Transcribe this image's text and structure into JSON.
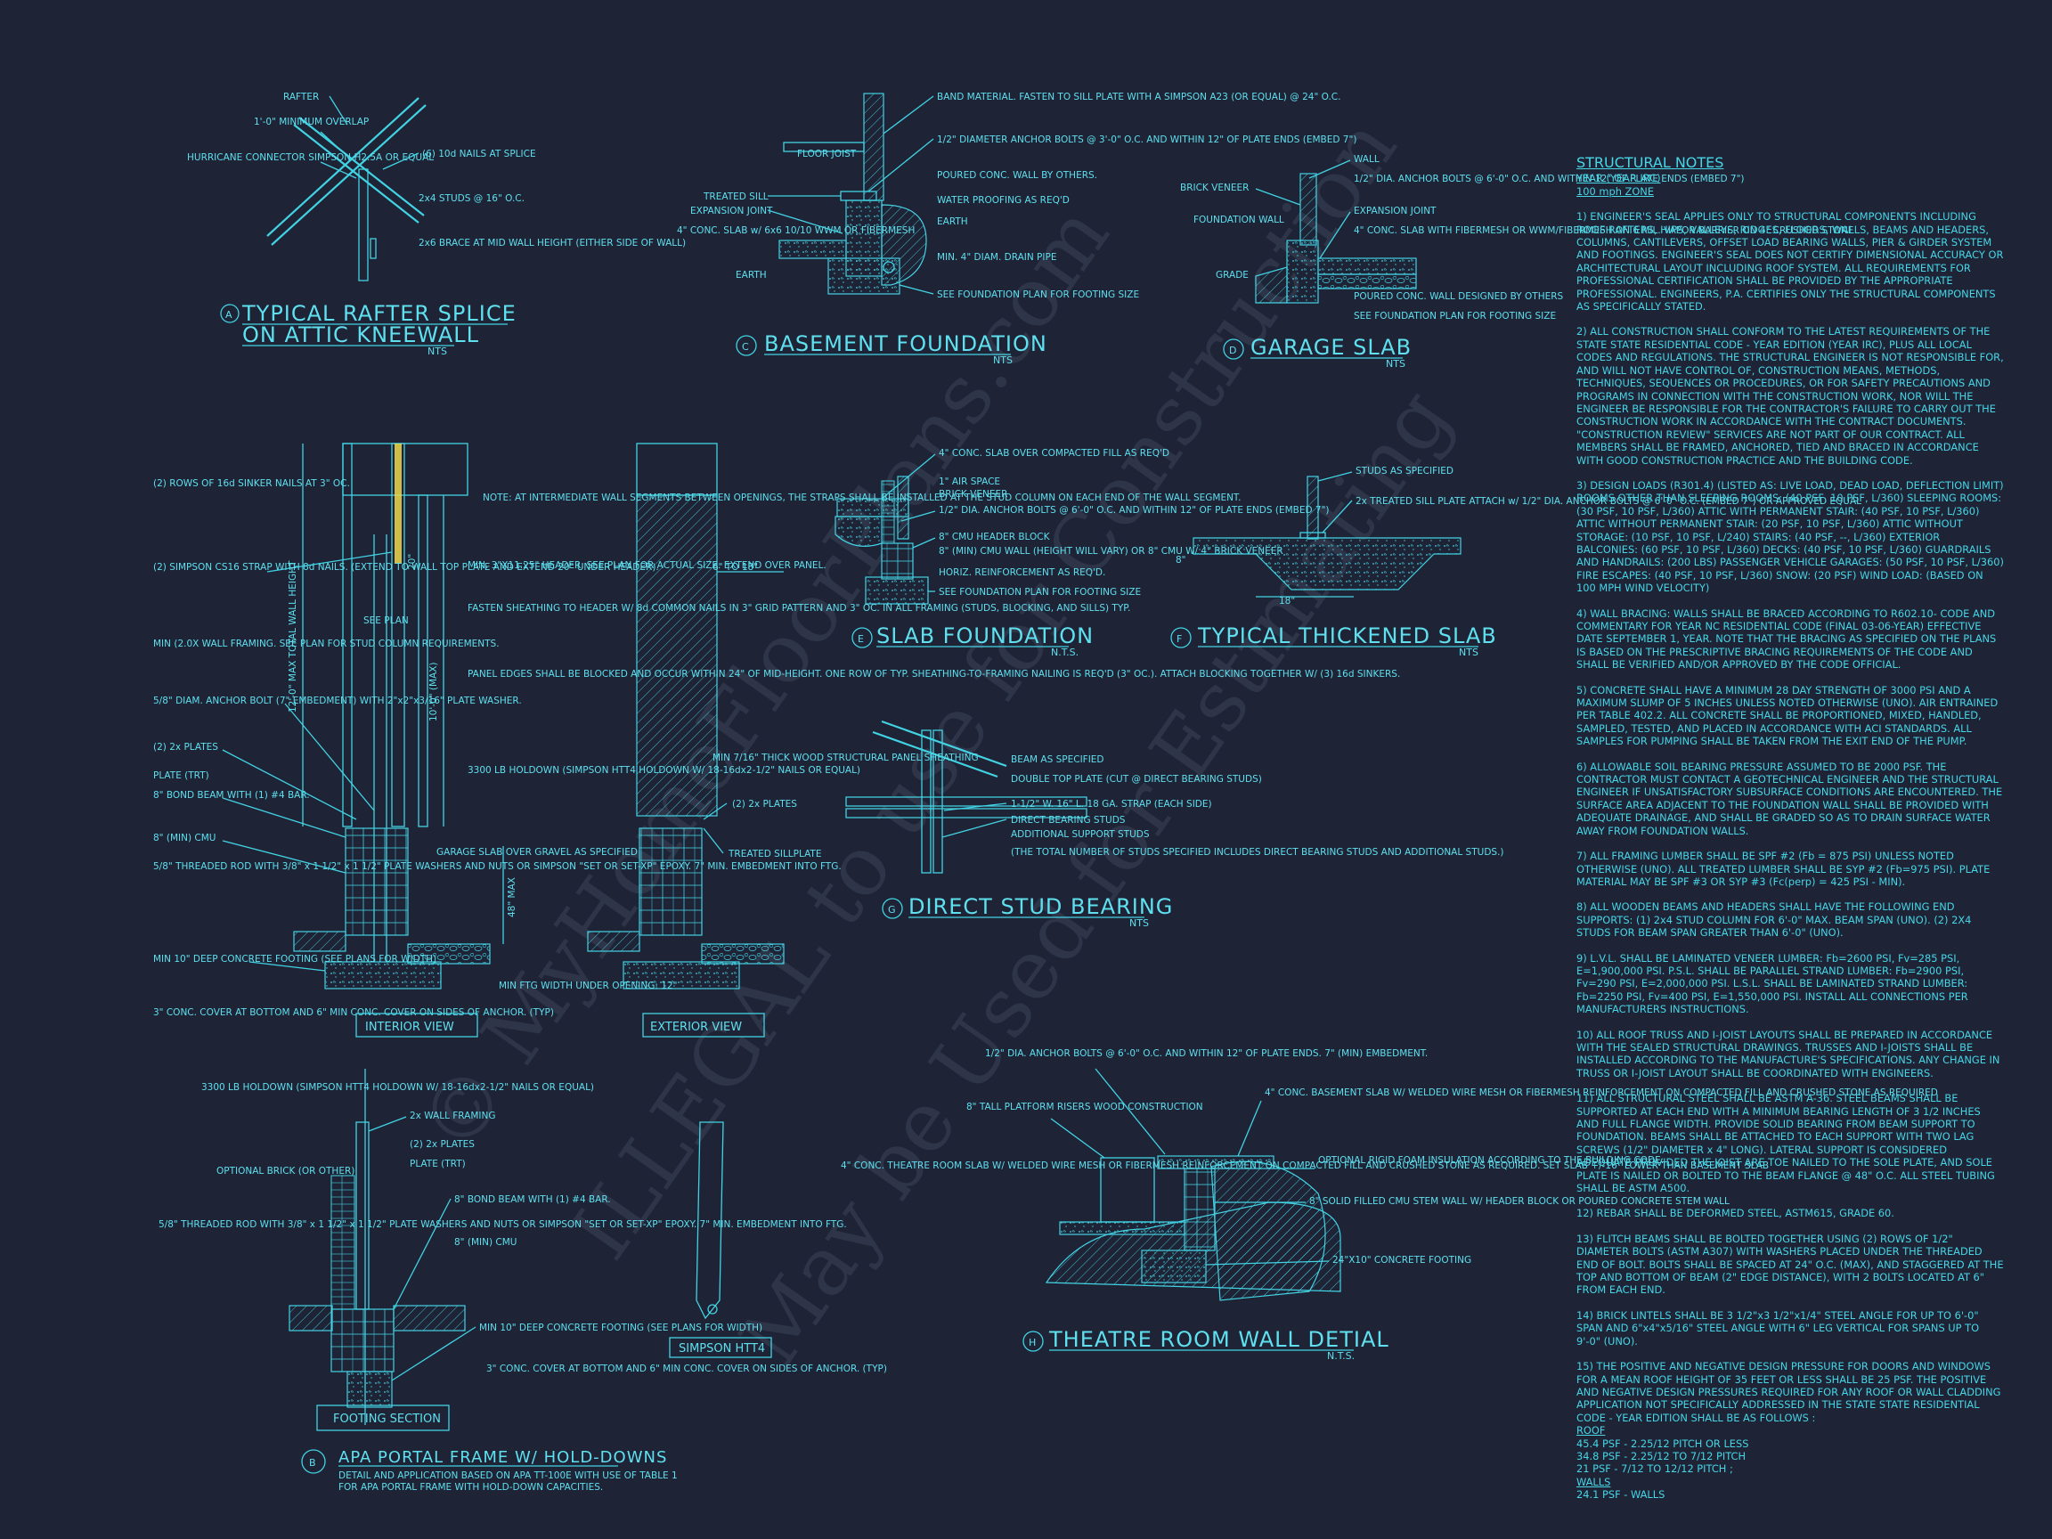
{
  "watermark": {
    "line1": "© MyHomeFloorPlans.com",
    "line2": "ILLEGAL to use for Construction",
    "line3": "May be Used for Estimating"
  },
  "details": {
    "a": {
      "letter": "A",
      "title1": "TYPICAL RAFTER SPLICE",
      "title2": "ON ATTIC KNEEWALL",
      "scale": "NTS",
      "labels": [
        "RAFTER",
        "1'-0\" MINIMUM OVERLAP",
        "HURRICANE CONNECTOR SIMPSON H2.5A OR EQUAL",
        "(6) 10d NAILS AT SPLICE",
        "2x4 STUDS @ 16\" O.C.",
        "2x6 BRACE AT MID WALL HEIGHT (EITHER SIDE OF WALL)"
      ]
    },
    "c": {
      "letter": "C",
      "title": "BASEMENT FOUNDATION",
      "scale": "NTS",
      "labels": [
        "BAND MATERIAL. FASTEN TO SILL PLATE WITH A SIMPSON A23 (OR EQUAL) @ 24\" O.C.",
        "FLOOR JOIST",
        "1/2\" DIAMETER ANCHOR BOLTS @ 3'-0\" O.C. AND WITHIN 12\" OF PLATE ENDS (EMBED 7\")",
        "POURED CONC. WALL BY OTHERS.",
        "TREATED SILL",
        "EXPANSION JOINT",
        "WATER PROOFING AS REQ'D",
        "4\" CONC. SLAB w/ 6x6 10/10 WWM OR FIBERMESH",
        "EARTH",
        "MIN. 4\" DIAM. DRAIN PIPE",
        "EARTH",
        "SEE FOUNDATION PLAN FOR FOOTING SIZE"
      ]
    },
    "d": {
      "letter": "D",
      "title": "GARAGE SLAB",
      "scale": "NTS",
      "labels": [
        "WALL",
        "BRICK VENEER",
        "1/2\" DIA. ANCHOR BOLTS @ 6'-0\" O.C. AND WITHIN 12\" OF PLATE ENDS (EMBED 7\")",
        "FOUNDATION WALL",
        "EXPANSION JOINT",
        "4\" CONC. SLAB WITH FIBERMESH OR WWM/FIBERMESH ON 6 MIL. VAPOR BARRIER ON 4\" CRUSHED STONE",
        "GRADE",
        "POURED CONC. WALL DESIGNED BY OTHERS",
        "SEE FOUNDATION PLAN FOR FOOTING SIZE"
      ]
    },
    "e": {
      "letter": "E",
      "title": "SLAB FOUNDATION",
      "scale": "N.T.S.",
      "labels": [
        "4\" CONC. SLAB OVER COMPACTED FILL AS REQ'D",
        "1\" AIR SPACE",
        "BRICK VENEER",
        "1/2\" DIA. ANCHOR BOLTS @ 6'-0\" O.C. AND WITHIN 12\" OF PLATE ENDS (EMBED 7\")",
        "8\" CMU HEADER BLOCK",
        "8\" (MIN) CMU WALL (HEIGHT WILL VARY) OR 8\" CMU W/ 4\" BRICK VENEER",
        "HORIZ. REINFORCEMENT AS REQ'D.",
        "SEE FOUNDATION PLAN FOR FOOTING SIZE"
      ]
    },
    "f": {
      "letter": "F",
      "title": "TYPICAL THICKENED SLAB",
      "scale": "NTS",
      "labels": [
        "STUDS AS SPECIFIED",
        "2x TREATED SILL PLATE ATTACH w/ 1/2\" DIA. ANCHOR BOLTS @ 6'-0\" O.C. (EMBED 7\") OR APPROVED EQUAL",
        "18\"",
        "8\""
      ]
    },
    "g": {
      "letter": "G",
      "title": "DIRECT STUD BEARING",
      "scale": "NTS",
      "labels": [
        "BEAM AS SPECIFIED",
        "DOUBLE TOP PLATE (CUT @ DIRECT BEARING STUDS)",
        "1-1/2\" W. 16\" L. 18 GA. STRAP (EACH SIDE)",
        "DIRECT BEARING STUDS",
        "ADDITIONAL SUPPORT STUDS",
        "(THE TOTAL NUMBER OF STUDS SPECIFIED INCLUDES DIRECT BEARING STUDS AND ADDITIONAL STUDS.)"
      ]
    },
    "h": {
      "letter": "H",
      "title": "THEATRE ROOM WALL DETIAL",
      "scale": "N.T.S.",
      "labels": [
        "1/2\" DIA. ANCHOR BOLTS @ 6'-0\" O.C. AND WITHIN 12\" OF PLATE ENDS. 7\" (MIN) EMBEDMENT.",
        "8\" TALL PLATFORM RISERS WOOD CONSTRUCTION",
        "4\" CONC. THEATRE ROOM SLAB W/ WELDED WIRE MESH OR FIBERMESH REINFORCEMENT ON COMPACTED FILL AND CRUSHED STONE AS REQUIRED. SET SLAB +/-16\" LOWER THAN BASEMENT SLAB",
        "4\" CONC. BASEMENT SLAB W/ WELDED WIRE MESH OR FIBERMESH REINFORCEMENT ON COMPACTED FILL AND CRUSHED STONE AS REQUIRED",
        "OPTIONAL RIGID FOAM INSULATION ACCORDING TO THE BUILDING CODE.",
        "8\" SOLID FILLED CMU STEM WALL W/ HEADER BLOCK OR POURED CONCRETE STEM WALL",
        "24\"X10\" CONCRETE FOOTING"
      ]
    },
    "b": {
      "letter": "B",
      "title": "APA PORTAL FRAME W/ HOLD-DOWNS",
      "sub1": "DETAIL AND APPLICATION BASED ON APA TT-100E WITH USE OF TABLE 1",
      "sub2": "FOR APA PORTAL FRAME WITH HOLD-DOWN CAPACITIES.",
      "interior_view": "INTERIOR VIEW",
      "exterior_view": "EXTERIOR VIEW",
      "footing_section": "FOOTING SECTION",
      "simpson": "SIMPSON HTT4",
      "left_labels": [
        "(2) ROWS OF 16d SINKER NAILS AT 3\" OC.",
        "(2) SIMPSON CS16 STRAP WITH 8d NAILS. (EXTEND TO WALL TOP PLATE AND EXTEND 20\" UNDER HEADER).",
        "MIN (2.0X WALL FRAMING. SEE PLAN FOR STUD COLUMN REQUIREMENTS.",
        "5/8\" DIAM. ANCHOR BOLT (7\" EMBEDMENT) WITH 2\"x2\"x3/16\" PLATE WASHER.",
        "(2) 2x PLATES",
        "PLATE (TRT)",
        "8\" BOND BEAM WITH (1) #4 BAR.",
        "8\" (MIN) CMU",
        "5/8\" THREADED ROD WITH 3/8\" x 1 1/2\" x 1 1/2\" PLATE WASHERS AND NUTS OR SIMPSON \"SET OR SET-XP\" EPOXY. 7\" MIN. EMBEDMENT INTO FTG.",
        "MIN 10\" DEEP CONCRETE FOOTING (SEE PLANS FOR WIDTH)",
        "3\" CONC. COVER AT BOTTOM AND 6\" MIN CONC. COVER ON SIDES OF ANCHOR. (TYP)"
      ],
      "mid_labels": [
        "NOTE: AT INTERMEDIATE WALL SEGMENTS BETWEEN OPENINGS, THE STRAPS SHALL BE INSTALLED AT THE STUD COLUMN ON EACH END OF THE WALL SEGMENT.",
        "MIN. 3\"X11.25\" HEADER. SEE PLAN FOR ACTUAL SIZE. EXTEND OVER PANEL.",
        "FASTEN SHEATHING TO HEADER W/ 8d COMMON NAILS IN 3\" GRID PATTERN AND 3\" OC. IN ALL FRAMING (STUDS, BLOCKING, AND SILLS) TYP.",
        "PANEL EDGES SHALL BE BLOCKED AND OCCUR WITHIN 24\" OF MID-HEIGHT. ONE ROW OF TYP. SHEATHING-TO-FRAMING NAILING IS REQ'D (3\" OC.). ATTACH BLOCKING TOGETHER W/ (3) 16d SINKERS.",
        "3300 LB HOLDOWN (SIMPSON HTT4 HOLDOWN W/ 18-16dx2-1/2\" NAILS OR EQUAL)",
        "GARAGE SLAB OVER GRAVEL AS SPECIFIED",
        "MIN FTG WIDTH UNDER OPENING: 12\"",
        "SEE PLAN",
        "12'-0\" MAX TOTAL WALL HEIGHT",
        "10'-0\" (MAX)",
        "20\"",
        "48\" MAX"
      ],
      "ext_labels": [
        "6\" TO 18\"",
        "MIN 7/16\" THICK WOOD STRUCTURAL PANEL SHEATHING",
        "(2) 2x PLATES",
        "TREATED SILLPLATE"
      ],
      "foot_labels": [
        "3300 LB HOLDOWN (SIMPSON HTT4 HOLDOWN W/ 18-16dx2-1/2\" NAILS OR EQUAL)",
        "2x WALL FRAMING",
        "(2) 2x PLATES",
        "PLATE (TRT)",
        "OPTIONAL BRICK (OR OTHER)",
        "8\" BOND BEAM WITH (1) #4 BAR.",
        "5/8\" THREADED ROD WITH 3/8\" x 1 1/2\" x 1 1/2\" PLATE WASHERS AND NUTS OR SIMPSON \"SET OR SET-XP\" EPOXY. 7\" MIN. EMBEDMENT INTO FTG.",
        "8\" (MIN) CMU",
        "MIN 10\" DEEP CONCRETE FOOTING (SEE PLANS FOR WIDTH)",
        "3\" CONC. COVER AT BOTTOM AND 6\" MIN CONC. COVER ON SIDES OF ANCHOR. (TYP)"
      ]
    }
  },
  "notes": {
    "title": "STRUCTURAL NOTES",
    "year": "YEAR (YEAR IRC)",
    "wind": "100 mph ZONE",
    "items": [
      "1) ENGINEER'S SEAL APPLIES ONLY TO STRUCTURAL COMPONENTS INCLUDING ROOF RAFTERS, HIPS, VALLEYS, RIDGES, FLOORS, WALLS, BEAMS AND HEADERS, COLUMNS, CANTILEVERS, OFFSET LOAD BEARING WALLS, PIER & GIRDER SYSTEM AND FOOTINGS. ENGINEER'S SEAL DOES NOT CERTIFY DIMENSIONAL ACCURACY OR ARCHITECTURAL LAYOUT INCLUDING ROOF SYSTEM. ALL REQUIREMENTS FOR PROFESSIONAL CERTIFICATION SHALL BE PROVIDED BY THE APPROPRIATE PROFESSIONAL. ENGINEERS, P.A. CERTIFIES ONLY THE STRUCTURAL COMPONENTS AS SPECIFICALLY STATED.",
      "2) ALL CONSTRUCTION SHALL CONFORM TO THE LATEST REQUIREMENTS OF THE STATE STATE RESIDENTIAL CODE - YEAR EDITION (YEAR IRC), PLUS ALL LOCAL CODES AND REGULATIONS. THE STRUCTURAL ENGINEER IS NOT RESPONSIBLE FOR, AND WILL NOT HAVE CONTROL OF, CONSTRUCTION MEANS, METHODS, TECHNIQUES, SEQUENCES OR PROCEDURES, OR FOR SAFETY PRECAUTIONS AND PROGRAMS IN CONNECTION WITH THE CONSTRUCTION WORK, NOR WILL THE ENGINEER BE RESPONSIBLE FOR THE CONTRACTOR'S FAILURE TO CARRY OUT THE CONSTRUCTION WORK IN ACCORDANCE WITH THE CONTRACT DOCUMENTS. \"CONSTRUCTION REVIEW\" SERVICES ARE NOT PART OF OUR CONTRACT. ALL MEMBERS SHALL BE FRAMED, ANCHORED, TIED AND BRACED IN ACCORDANCE WITH GOOD CONSTRUCTION PRACTICE AND THE BUILDING CODE.",
      "3) DESIGN LOADS (R301.4) (LISTED AS: LIVE LOAD, DEAD LOAD, DEFLECTION LIMIT) ROOMS OTHER THAN SLEEPING ROOMS: (40 PSF, 10 PSF, L/360) SLEEPING ROOMS: (30 PSF, 10 PSF, L/360) ATTIC WITH PERMANENT STAIR: (40 PSF, 10 PSF, L/360) ATTIC WITHOUT PERMANENT STAIR: (20 PSF, 10 PSF, L/360) ATTIC WITHOUT STORAGE: (10 PSF, 10 PSF, L/240) STAIRS: (40 PSF, --, L/360) EXTERIOR BALCONIES: (60 PSF, 10 PSF, L/360) DECKS: (40 PSF, 10 PSF, L/360) GUARDRAILS AND HANDRAILS: (200 LBS) PASSENGER VEHICLE GARAGES: (50 PSF, 10 PSF, L/360) FIRE ESCAPES: (40 PSF, 10 PSF, L/360) SNOW: (20 PSF) WIND LOAD: (BASED ON 100 MPH WIND VELOCITY)",
      "4) WALL BRACING: WALLS SHALL BE BRACED ACCORDING TO R602.10- CODE AND COMMENTARY FOR YEAR NC RESIDENTIAL CODE (FINAL 03-06-YEAR) EFFECTIVE DATE SEPTEMBER 1, YEAR. NOTE THAT THE BRACING AS SPECIFIED ON THE PLANS IS BASED ON THE PRESCRIPTIVE BRACING REQUIREMENTS OF THE CODE AND SHALL BE VERIFIED AND/OR APPROVED BY THE CODE OFFICIAL.",
      "5) CONCRETE SHALL HAVE A MINIMUM 28 DAY STRENGTH OF 3000 PSI AND A MAXIMUM SLUMP OF 5 INCHES UNLESS NOTED OTHERWISE (UNO). AIR ENTRAINED PER TABLE 402.2. ALL CONCRETE SHALL BE PROPORTIONED, MIXED, HANDLED, SAMPLED, TESTED, AND PLACED IN ACCORDANCE WITH ACI STANDARDS. ALL SAMPLES FOR PUMPING SHALL BE TAKEN FROM THE EXIT END OF THE PUMP.",
      "6) ALLOWABLE SOIL BEARING PRESSURE ASSUMED TO BE 2000 PSF. THE CONTRACTOR MUST CONTACT A GEOTECHNICAL ENGINEER AND THE STRUCTURAL ENGINEER IF UNSATISFACTORY SUBSURFACE CONDITIONS ARE ENCOUNTERED. THE SURFACE AREA ADJACENT TO THE FOUNDATION WALL SHALL BE PROVIDED WITH ADEQUATE DRAINAGE, AND SHALL BE GRADED SO AS TO DRAIN SURFACE WATER AWAY FROM FOUNDATION WALLS.",
      "7) ALL FRAMING LUMBER SHALL BE SPF #2 (Fb = 875 PSI) UNLESS NOTED OTHERWISE (UNO). ALL TREATED LUMBER SHALL BE SYP #2 (Fb=975 PSI). PLATE MATERIAL MAY BE SPF #3 OR SYP #3 (Fc(perp) = 425 PSI - MIN).",
      "8) ALL WOODEN BEAMS AND HEADERS SHALL HAVE THE FOLLOWING END SUPPORTS: (1) 2x4 STUD COLUMN FOR 6'-0\" MAX. BEAM SPAN (UNO). (2) 2X4 STUDS FOR BEAM SPAN GREATER THAN 6'-0\" (UNO).",
      "9) L.V.L. SHALL BE LAMINATED VENEER LUMBER: Fb=2600 PSI, Fv=285 PSI, E=1,900,000 PSI. P.S.L. SHALL BE PARALLEL STRAND LUMBER: Fb=2900 PSI, Fv=290 PSI, E=2,000,000 PSI. L.S.L. SHALL BE LAMINATED STRAND LUMBER: Fb=2250 PSI, Fv=400 PSI, E=1,550,000 PSI. INSTALL ALL CONNECTIONS PER MANUFACTURERS INSTRUCTIONS.",
      "10) ALL ROOF TRUSS AND I-JOIST LAYOUTS SHALL BE PREPARED IN ACCORDANCE WITH THE SEALED STRUCTURAL DRAWINGS. TRUSSES AND I-JOISTS SHALL BE INSTALLED ACCORDING TO THE MANUFACTURE'S SPECIFICATIONS. ANY CHANGE IN TRUSS OR I-JOIST LAYOUT SHALL BE COORDINATED WITH ENGINEERS.",
      "11) ALL STRUCTURAL STEEL SHALL BE ASTM A-36. STEEL BEAMS SHALL BE SUPPORTED AT EACH END WITH A MINIMUM BEARING LENGTH OF 3 1/2 INCHES AND FULL FLANGE WIDTH. PROVIDE SOLID BEARING FROM BEAM SUPPORT TO FOUNDATION. BEAMS SHALL BE ATTACHED TO EACH SUPPORT WITH TWO LAG SCREWS (1/2\" DIAMETER x 4\" LONG). LATERAL SUPPORT IS CONSIDERED ADEQUATE PROVIDED THE JOIST ARE TOE NAILED TO THE SOLE PLATE, AND SOLE PLATE IS NAILED OR BOLTED TO THE BEAM FLANGE @ 48\" O.C. ALL STEEL TUBING SHALL BE ASTM A500.",
      "12) REBAR SHALL BE DEFORMED STEEL, ASTM615, GRADE 60.",
      "13) FLITCH BEAMS SHALL BE BOLTED TOGETHER USING (2) ROWS OF 1/2\" DIAMETER BOLTS (ASTM A307) WITH WASHERS PLACED UNDER THE THREADED END OF BOLT. BOLTS SHALL BE SPACED AT 24\" O.C. (MAX), AND STAGGERED AT THE TOP AND BOTTOM OF BEAM (2\" EDGE DISTANCE), WITH 2 BOLTS LOCATED AT 6\" FROM EACH END.",
      "14) BRICK LINTELS SHALL BE 3 1/2\"x3 1/2\"x1/4\" STEEL ANGLE FOR UP TO 6'-0\" SPAN AND 6\"x4\"x5/16\" STEEL ANGLE WITH 6\" LEG VERTICAL FOR SPANS UP TO 9'-0\" (UNO).",
      "15) THE POSITIVE AND NEGATIVE DESIGN PRESSURE FOR DOORS AND WINDOWS FOR A MEAN ROOF HEIGHT OF 35 FEET OR LESS SHALL BE 25 PSF. THE POSITIVE AND NEGATIVE DESIGN PRESSURES REQUIRED FOR ANY ROOF OR WALL CLADDING APPLICATION NOT SPECIFICALLY ADDRESSED IN THE STATE STATE RESIDENTIAL CODE - YEAR EDITION SHALL BE AS FOLLOWS :"
    ],
    "roof_head": "ROOF",
    "roof_lines": [
      "45.4 PSF - 2.25/12 PITCH OR LESS",
      "34.8 PSF - 2.25/12 TO 7/12 PITCH",
      "21 PSF - 7/12 TO 12/12 PITCH ;"
    ],
    "walls_head": "WALLS",
    "walls_lines": [
      "24.1 PSF - WALLS"
    ]
  }
}
